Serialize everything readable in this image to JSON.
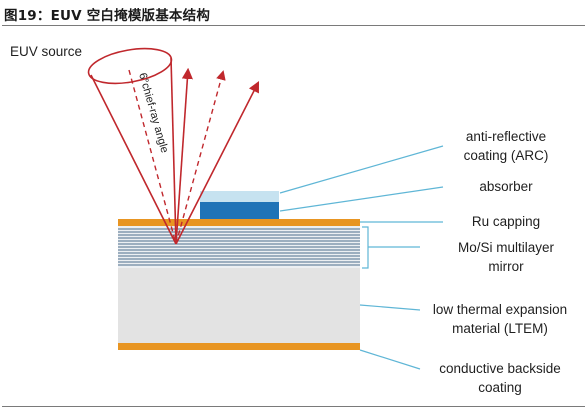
{
  "figure": {
    "title": "图19：EUV 空白掩模版基本结构"
  },
  "diagram": {
    "source_label": "EUV source",
    "angle_label": "6°chief-ray angle",
    "layers": [
      {
        "id": "arc",
        "line1": "anti-reflective",
        "line2": "coating (ARC)"
      },
      {
        "id": "absorber",
        "line1": "absorber"
      },
      {
        "id": "ru",
        "line1": "Ru capping"
      },
      {
        "id": "mosi",
        "line1": "Mo/Si multilayer",
        "line2": "mirror"
      },
      {
        "id": "ltem",
        "line1": "low thermal expansion",
        "line2": "material (LTEM)"
      },
      {
        "id": "backside",
        "line1": "conductive backside",
        "line2": "coating"
      }
    ],
    "colors": {
      "arc": "#c6e2f0",
      "absorber": "#1f73b7",
      "ru_capping": "#e89522",
      "multilayer_lines": "#4b6e8c",
      "multilayer_bg": "#eceff2",
      "ltem": "#e3e3e3",
      "backside": "#e89522",
      "beam": "#c0282d",
      "leader_line": "#5fb6d6"
    }
  }
}
